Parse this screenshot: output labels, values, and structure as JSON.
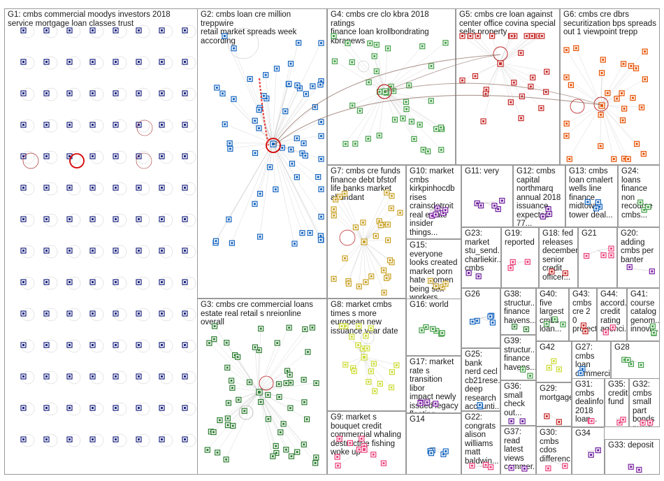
{
  "graph": {
    "groups": [
      {
        "id": "G1",
        "label": "G1: cmbs commercial moodys investors 2018 service mortgage loan classes trust"
      },
      {
        "id": "G2",
        "label": "G2: cmbs loan cre million treppwire retail market spreads week according"
      },
      {
        "id": "G3",
        "label": "G3: cmbs cre commercial loans estate real retail s nreionline overall"
      },
      {
        "id": "G4",
        "label": "G4: cmbs cre clo kbra 2018 ratings finance loan krollbondrating kbranews"
      },
      {
        "id": "G5",
        "label": "G5: cmbs cre loan against center office covina special sells property"
      },
      {
        "id": "G6",
        "label": "G6: cmbs cre dbrs securitization bps spreads out 1 viewpoint trepp"
      },
      {
        "id": "G7",
        "label": "G7: cmbs cre funds finance debt bfstof life banks market abundant"
      },
      {
        "id": "G8",
        "label": "G8: market cmbs times s more european new issuance year date"
      },
      {
        "id": "G9",
        "label": "G9: market s bouquet credit commercial whaling destructive fishing woke up"
      },
      {
        "id": "G10",
        "label": "G10: market cmbs kirkpinhocdb rises crainsdetroit real estate insider things..."
      },
      {
        "id": "G11",
        "label": "G11: very"
      },
      {
        "id": "G12",
        "label": "G12: cmbs capital northmarq annual 2018 issuance expected 77..."
      },
      {
        "id": "G13",
        "label": "G13: cmbs loan cmalert wells line finance midtown tower deal..."
      },
      {
        "id": "G14",
        "label": "G14"
      },
      {
        "id": "G15",
        "label": "G15: everyone looks created market porn hate women being sex workers"
      },
      {
        "id": "G16",
        "label": "G16: world"
      },
      {
        "id": "G17",
        "label": "G17: market rate s transition libor impact newly issued legacy floating"
      },
      {
        "id": "G18",
        "label": "G18: fed releases december senior credit officer..."
      },
      {
        "id": "G19",
        "label": "G19: reported"
      },
      {
        "id": "G20",
        "label": "G20: adding cmbs per banter"
      },
      {
        "id": "G21",
        "label": "G21"
      },
      {
        "id": "G22",
        "label": "G22: congrats alison williams matt baldwin..."
      },
      {
        "id": "G23",
        "label": "G23: market stu_send... charliekir... cmbs"
      },
      {
        "id": "G24",
        "label": "G24: loans finance non recourse cmbs..."
      },
      {
        "id": "G25",
        "label": "G25: bank nerd cecl cb21rese... deep research accounti..."
      },
      {
        "id": "G26",
        "label": "G26"
      },
      {
        "id": "G27",
        "label": "G27: cmbs loan commercial observer..."
      },
      {
        "id": "G28",
        "label": "G28"
      },
      {
        "id": "G29",
        "label": "G29: mortgage"
      },
      {
        "id": "G30",
        "label": "G30: cmbs cdos differenc..."
      },
      {
        "id": "G31",
        "label": "G31: cmbs dealinfo 2018 loan..."
      },
      {
        "id": "G32",
        "label": "G32: cmbs small part bonds purch..."
      },
      {
        "id": "G33",
        "label": "G33: deposit"
      },
      {
        "id": "G34",
        "label": "G34"
      },
      {
        "id": "G35",
        "label": "G35: credit fund"
      },
      {
        "id": "G36",
        "label": "G36: small check out..."
      },
      {
        "id": "G37",
        "label": "G37: read latest views commer..."
      },
      {
        "id": "G38",
        "label": "G38: structur... finance havens..."
      },
      {
        "id": "G39",
        "label": "G39: structur... finance havens..."
      },
      {
        "id": "G40",
        "label": "G40: five largest cmbs loan..."
      },
      {
        "id": "G41",
        "label": "G41: course catalog genom... innova..."
      },
      {
        "id": "G42",
        "label": "G42"
      },
      {
        "id": "G43",
        "label": "G43: cmbs cre 2 0 protect"
      },
      {
        "id": "G44",
        "label": "G44: accord... credit rating agenci..."
      }
    ],
    "colors": {
      "border": "#9a9a9a",
      "edge": "#8a8a8a",
      "G1": "#1a237e",
      "G2": "#1565c0",
      "G3": "#2e7d32",
      "G4": "#43a047",
      "G5": "#c62828",
      "G6": "#e65100",
      "G7": "#c9a227",
      "G8": "#cddc39",
      "G9": "#ec407a",
      "G10": "#7b1fa2",
      "other": "#6a1b9a",
      "highlight_edge": "#e53935",
      "highlight_ring": "#d50000"
    }
  }
}
